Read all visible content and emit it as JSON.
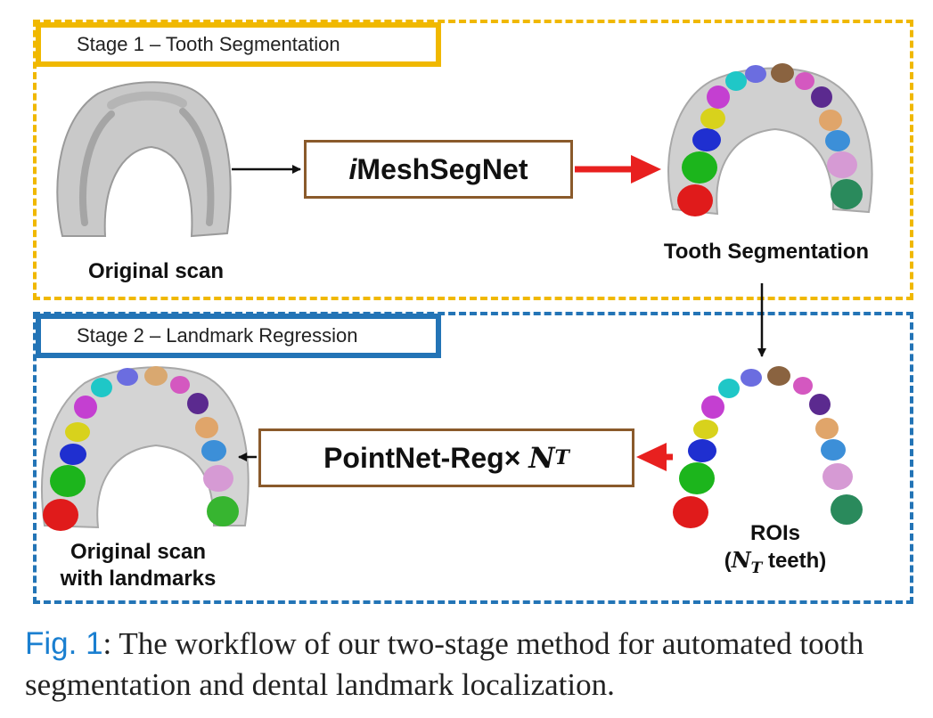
{
  "stage1": {
    "label": "Stage 1 – Tooth Segmentation"
  },
  "stage2": {
    "label": "Stage 2 – Landmark Regression"
  },
  "nodes": {
    "imeshsegnet_prefix": "i",
    "imeshsegnet_rest": "MeshSegNet",
    "pointnet_prefix": "PointNet-Reg× ",
    "pointnet_var": "N",
    "pointnet_sub": "T"
  },
  "captions": {
    "original_scan": "Original scan",
    "tooth_segmentation": "Tooth Segmentation",
    "landmarks_line1": "Original scan",
    "landmarks_line2": "with landmarks",
    "rois_line1": "ROIs",
    "rois_open": "(",
    "rois_var": "N",
    "rois_sub": "T",
    "rois_rest": " teeth)"
  },
  "figure_caption": {
    "label": "Fig. 1",
    "text": ": The workflow of our two-stage method for automated tooth segmentation and dental landmark localization."
  },
  "colors": {
    "stage1_accent": "#f0b800",
    "stage2_accent": "#2374b6",
    "box_border": "#8a5a2b",
    "red_arrow": "#e8201f",
    "fig_label": "#1a7fd0"
  }
}
